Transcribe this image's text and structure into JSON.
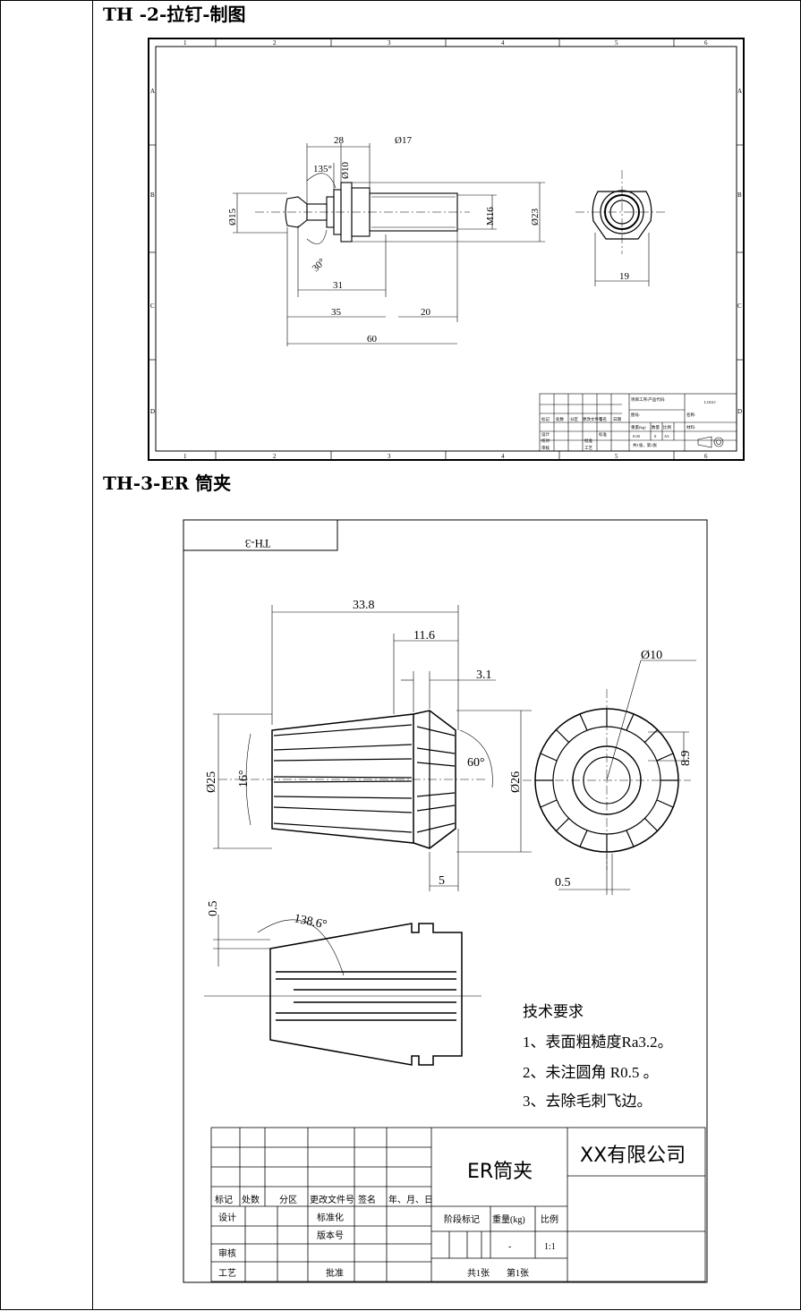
{
  "section1": {
    "heading": "TH -2-拉钉-制图"
  },
  "section2": {
    "heading": "TH-3-ER 筒夹"
  },
  "drawing1": {
    "col_labels": [
      "1",
      "2",
      "3",
      "4",
      "5",
      "6"
    ],
    "row_labels": [
      "A",
      "B",
      "C",
      "D"
    ],
    "dims": {
      "d28": "28",
      "d17": "Ø17",
      "d10": "Ø10",
      "a135": "135°",
      "d15": "Ø15",
      "m16": "M16",
      "d23": "Ø23",
      "a30": "30°",
      "d31": "31",
      "d35": "35",
      "d20": "20",
      "d60": "60",
      "d19": "19"
    },
    "title_block": {
      "project": "项目工序/产品代码:",
      "logo": "LOGO",
      "drawing_no": "图号:",
      "name": "名称:",
      "material": "材料:",
      "weight_label": "重量(kg)",
      "qty_label": "数量",
      "scale_label": "比例",
      "weight": "0.00",
      "qty": "0",
      "size": "A3",
      "sheets": "共1张，第1张",
      "designer": "设计",
      "checker": "校对",
      "reviewer": "审核",
      "approver": "批准",
      "process": "工艺",
      "standard": "标准",
      "marks": [
        "标记",
        "处数",
        "分区",
        "更改文件号",
        "签名",
        "日期"
      ]
    }
  },
  "drawing2": {
    "stamp": "TH-3",
    "dims": {
      "d33_8": "33.8",
      "d11_6": "11.6",
      "d3_1": "3.1",
      "d10": "Ø10",
      "d25": "Ø25",
      "a16": "16°",
      "a60": "60°",
      "d26": "Ø26",
      "d8_9": "8.9",
      "d5": "5",
      "d0_5a": "0.5",
      "d0_5b": "0.5",
      "a138": "138.6°"
    },
    "tech_req": {
      "title": "技术要求",
      "items": [
        "1、表面粗糙度Ra3.2。",
        "2、未注圆角 R0.5 。",
        "3、去除毛刺飞边。"
      ]
    },
    "title_block": {
      "part_name": "ER筒夹",
      "company": "XX有限公司",
      "marks": [
        "标记",
        "处数",
        "分区",
        "更改文件号",
        "签名",
        "年、月、日"
      ],
      "design": "设计",
      "standardize": "标准化",
      "version": "版本号",
      "review": "审核",
      "process": "工艺",
      "approve": "批准",
      "stage": "阶段标记",
      "weight": "重量(kg)",
      "scale": "比例",
      "weight_val": "-",
      "scale_val": "1:1",
      "sheets_total": "共1张",
      "sheet_no": "第1张"
    }
  }
}
